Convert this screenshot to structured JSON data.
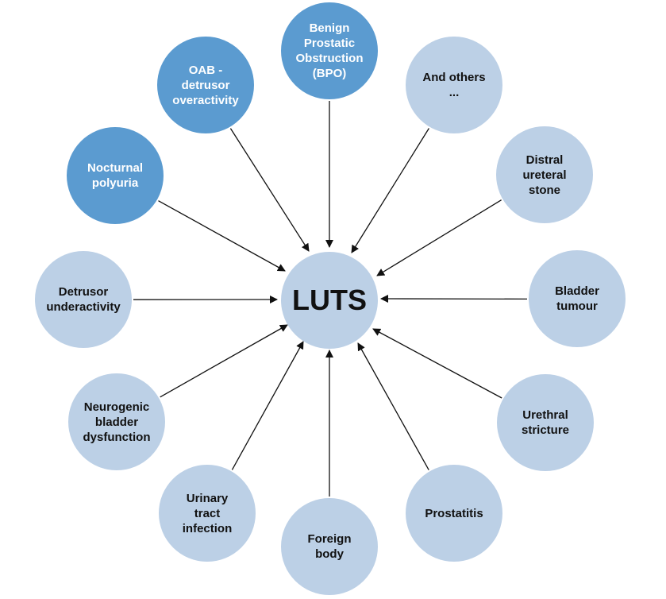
{
  "center": {
    "label": "LUTS"
  },
  "colors": {
    "dark_node": "#5b9bd0",
    "light_node": "#bcd0e6",
    "arrow": "#111111"
  },
  "nodes": [
    {
      "id": "bpo",
      "label": "Benign\nProstatic\nObstruction\n(BPO)",
      "style": "dark"
    },
    {
      "id": "and-others",
      "label": "And others\n...",
      "style": "light"
    },
    {
      "id": "distal-ureteral-stone",
      "label": "Distral\nureteral\nstone",
      "style": "light"
    },
    {
      "id": "bladder-tumour",
      "label": "Bladder\ntumour",
      "style": "light"
    },
    {
      "id": "urethral-stricture",
      "label": "Urethral\nstricture",
      "style": "light"
    },
    {
      "id": "prostatitis",
      "label": "Prostatitis",
      "style": "light"
    },
    {
      "id": "foreign-body",
      "label": "Foreign\nbody",
      "style": "light"
    },
    {
      "id": "urinary-tract-infection",
      "label": "Urinary\ntract\ninfection",
      "style": "light"
    },
    {
      "id": "neurogenic-bladder-dysfunction",
      "label": "Neurogenic\nbladder\ndysfunction",
      "style": "light"
    },
    {
      "id": "detrusor-underactivity",
      "label": "Detrusor\nunderactivity",
      "style": "light"
    },
    {
      "id": "nocturnal-polyuria",
      "label": "Nocturnal\npolyuria",
      "style": "dark"
    },
    {
      "id": "oab-detrusor-overactivity",
      "label": "OAB -\ndetrusor\noveractivity",
      "style": "dark"
    }
  ]
}
